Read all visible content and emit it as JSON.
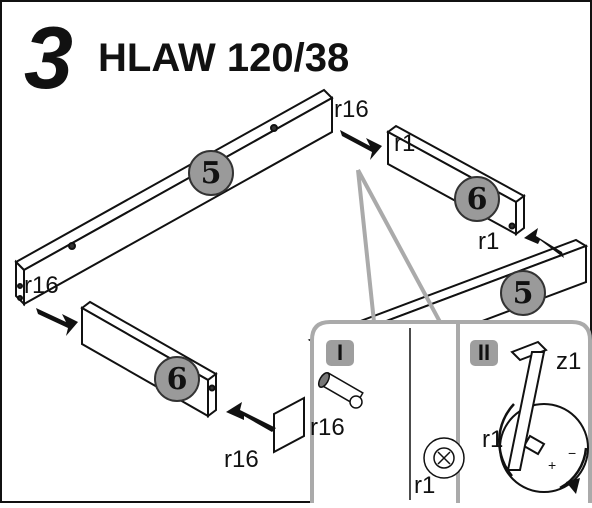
{
  "header": {
    "step": "3",
    "model": "HLAW 120/38"
  },
  "parts": {
    "long_panel_top": "5",
    "short_panel_right": "6",
    "long_panel_right": "5",
    "short_panel_left": "6"
  },
  "hardware_labels": {
    "r16_top": "r16",
    "r1_top": "r1",
    "r1_right": "r1",
    "r16_left": "r16",
    "r16_bottom": "r16",
    "r16_detail": "r16",
    "r1_detail": "r1",
    "z1_detail": "z1",
    "r1_detail2": "r1"
  },
  "detail_panels": {
    "first": "I",
    "second": "II"
  }
}
